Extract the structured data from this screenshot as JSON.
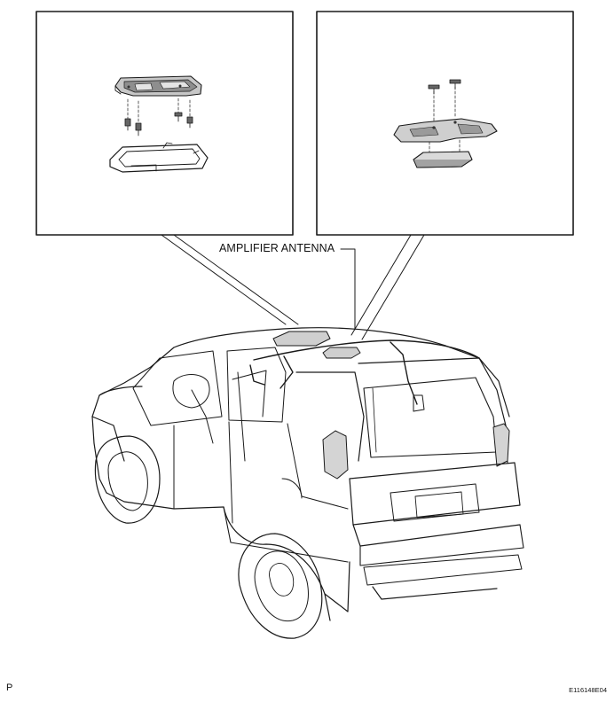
{
  "callout": {
    "label": "AMPLIFIER ANTENNA"
  },
  "footer": {
    "page_marker": "P",
    "figure_code": "E116148E04"
  },
  "colors": {
    "line": "#1a1a1a",
    "shade_dark": "#9a9a9a",
    "shade_light": "#d8d8d8",
    "background": "#ffffff"
  }
}
